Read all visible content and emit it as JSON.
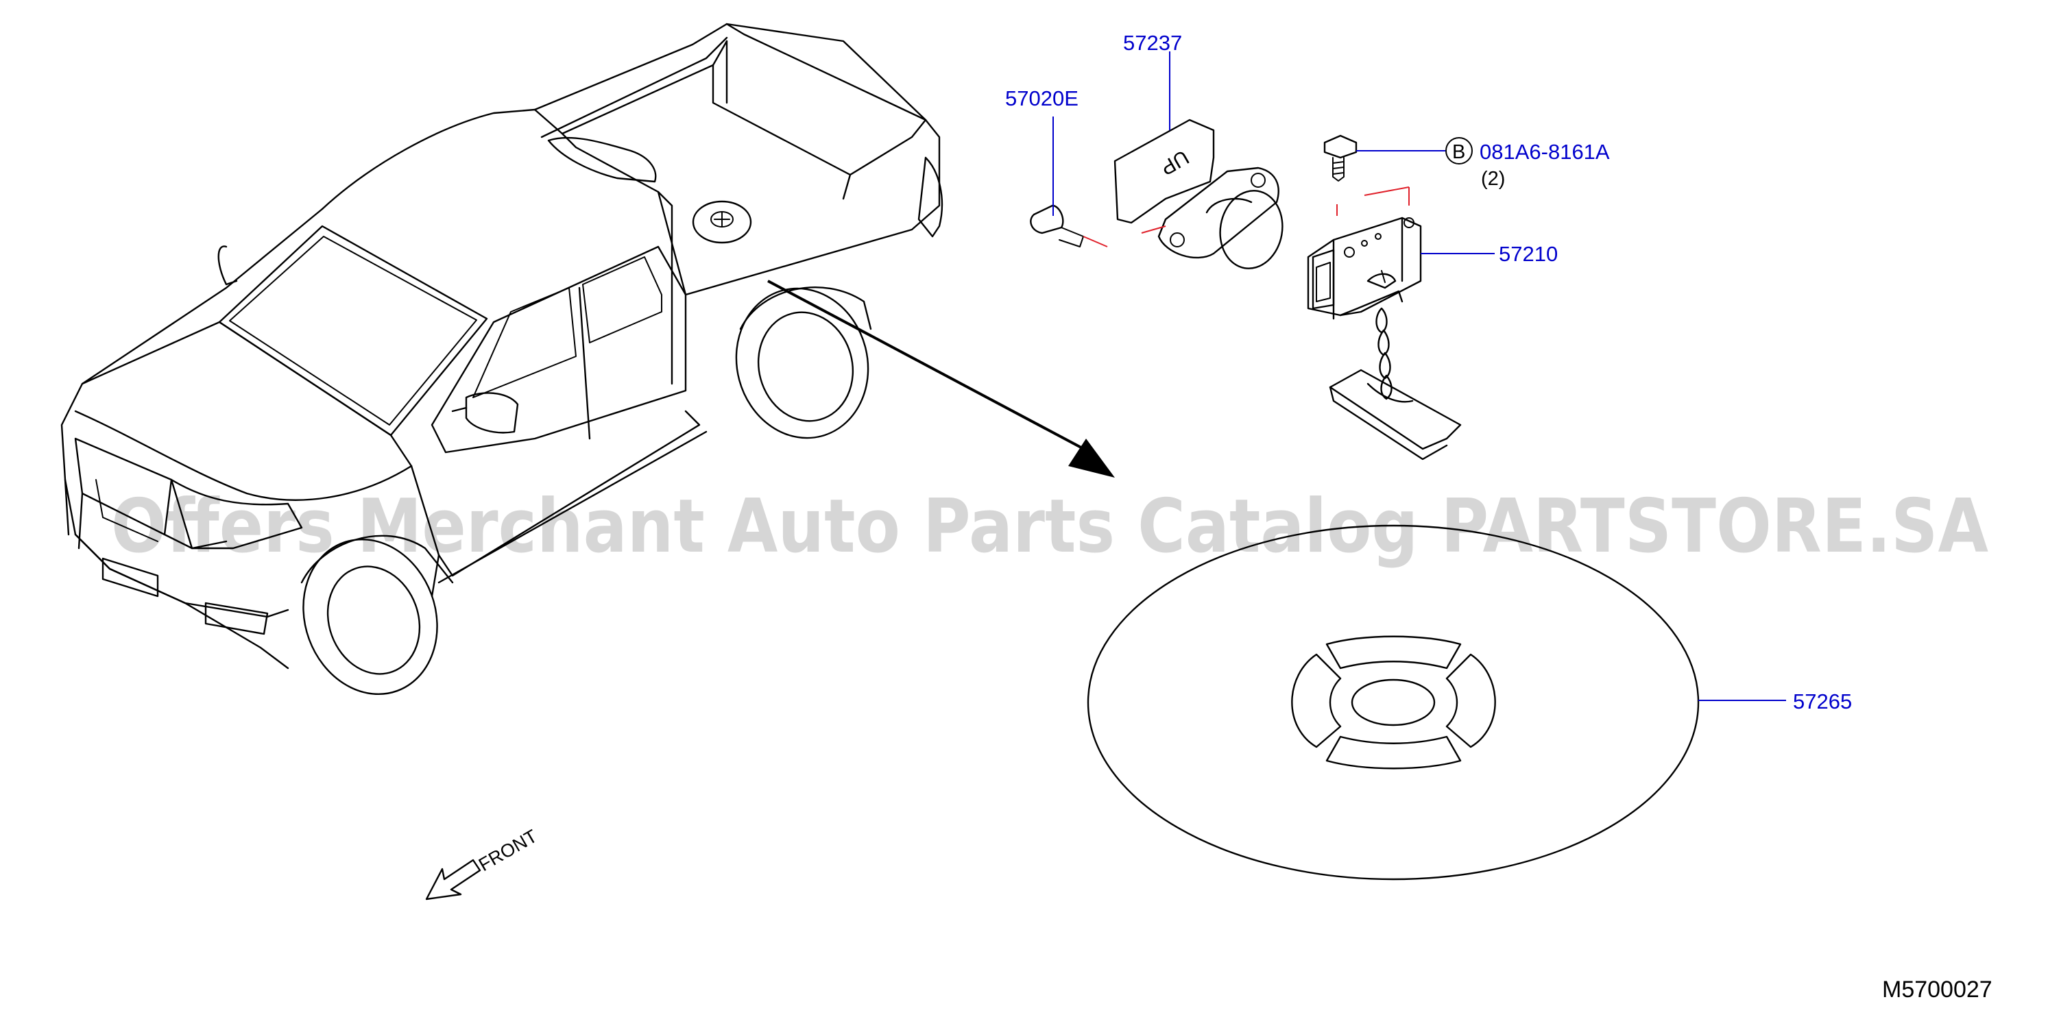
{
  "parts": {
    "p57237": "57237",
    "p57020E": "57020E",
    "p081A6": "081A6-8161A",
    "p081A6_qty": "(2)",
    "p081A6_ref": "B",
    "p57210": "57210",
    "p57265": "57265"
  },
  "bracket_mark": "UP",
  "front_label": "FRONT",
  "diagram_code": "M5700027",
  "watermark": "Offers Merchant Auto Parts Catalog PARTSTORE.SA",
  "colors": {
    "callout": "#0000cc",
    "line": "#000000",
    "hidden_line": "#e0202a",
    "watermark": "#cccccc"
  },
  "icons": [
    "front-arrow-icon",
    "direction-arrow-icon"
  ]
}
